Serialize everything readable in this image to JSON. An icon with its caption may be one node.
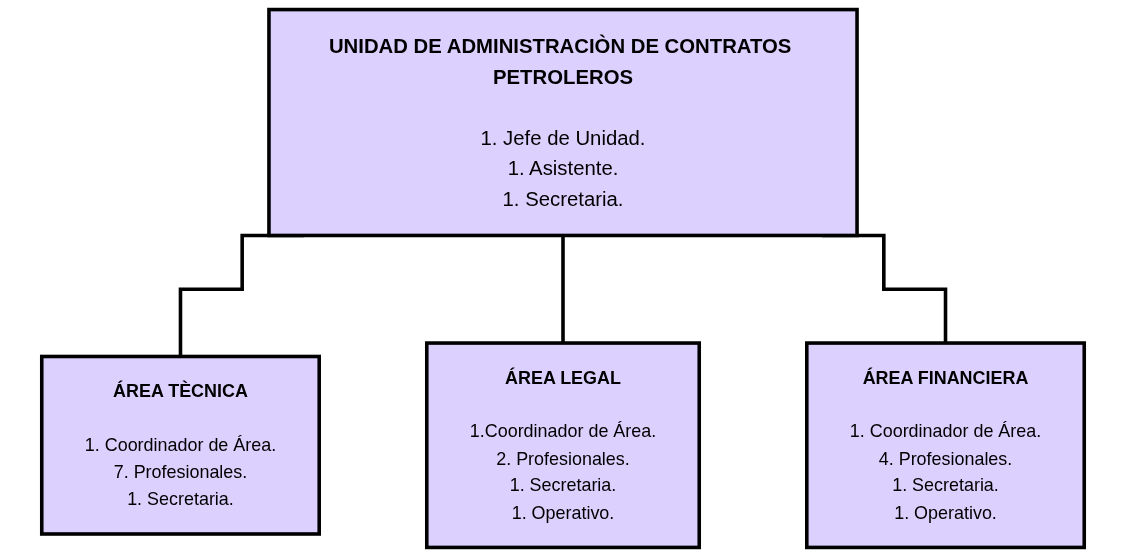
{
  "diagram": {
    "nodes": [
      {
        "text": [
          "UNIDAD DE ADMINISTRACIÒN DE CONTRATOS PETROLEROS",
          "1. Jefe de Unidad.",
          "1. Asistente.",
          "1. Secretaria."
        ]
      },
      {
        "text": [
          "ÁREA TÈCNICA",
          "1. Coordinador de Área.",
          "7. Profesionales.",
          "1. Secretaria."
        ]
      },
      {
        "text": [
          "ÁREA LEGAL",
          "1.Coordinador de Área.",
          "2. Profesionales.",
          "1. Secretaria.",
          "1. Operativo."
        ]
      },
      {
        "text": [
          "ÁREA FINANCIERA",
          "1. Coordinador de Área.",
          "4. Profesionales.",
          "1. Secretaria.",
          "1. Operativo."
        ]
      }
    ],
    "edges": [
      {
        "from": 0,
        "to": 1,
        "arrow": "none"
      },
      {
        "from": 0,
        "to": 2,
        "arrow": "none"
      },
      {
        "from": 0,
        "to": 3,
        "arrow": "none"
      }
    ]
  }
}
